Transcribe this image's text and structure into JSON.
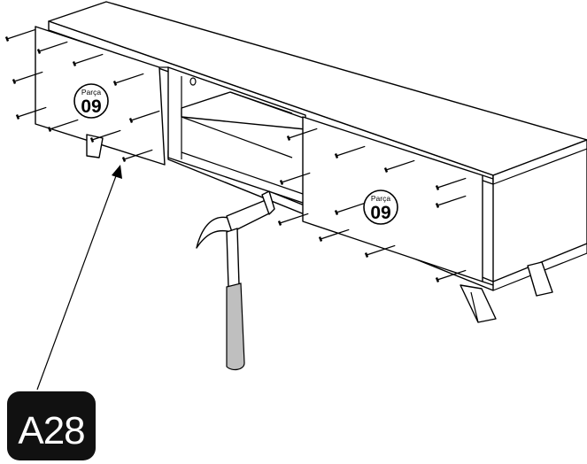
{
  "part_labels": [
    {
      "word": "Parça",
      "number": "09"
    },
    {
      "word": "Parça",
      "number": "09"
    }
  ],
  "step": {
    "label": "A28"
  }
}
